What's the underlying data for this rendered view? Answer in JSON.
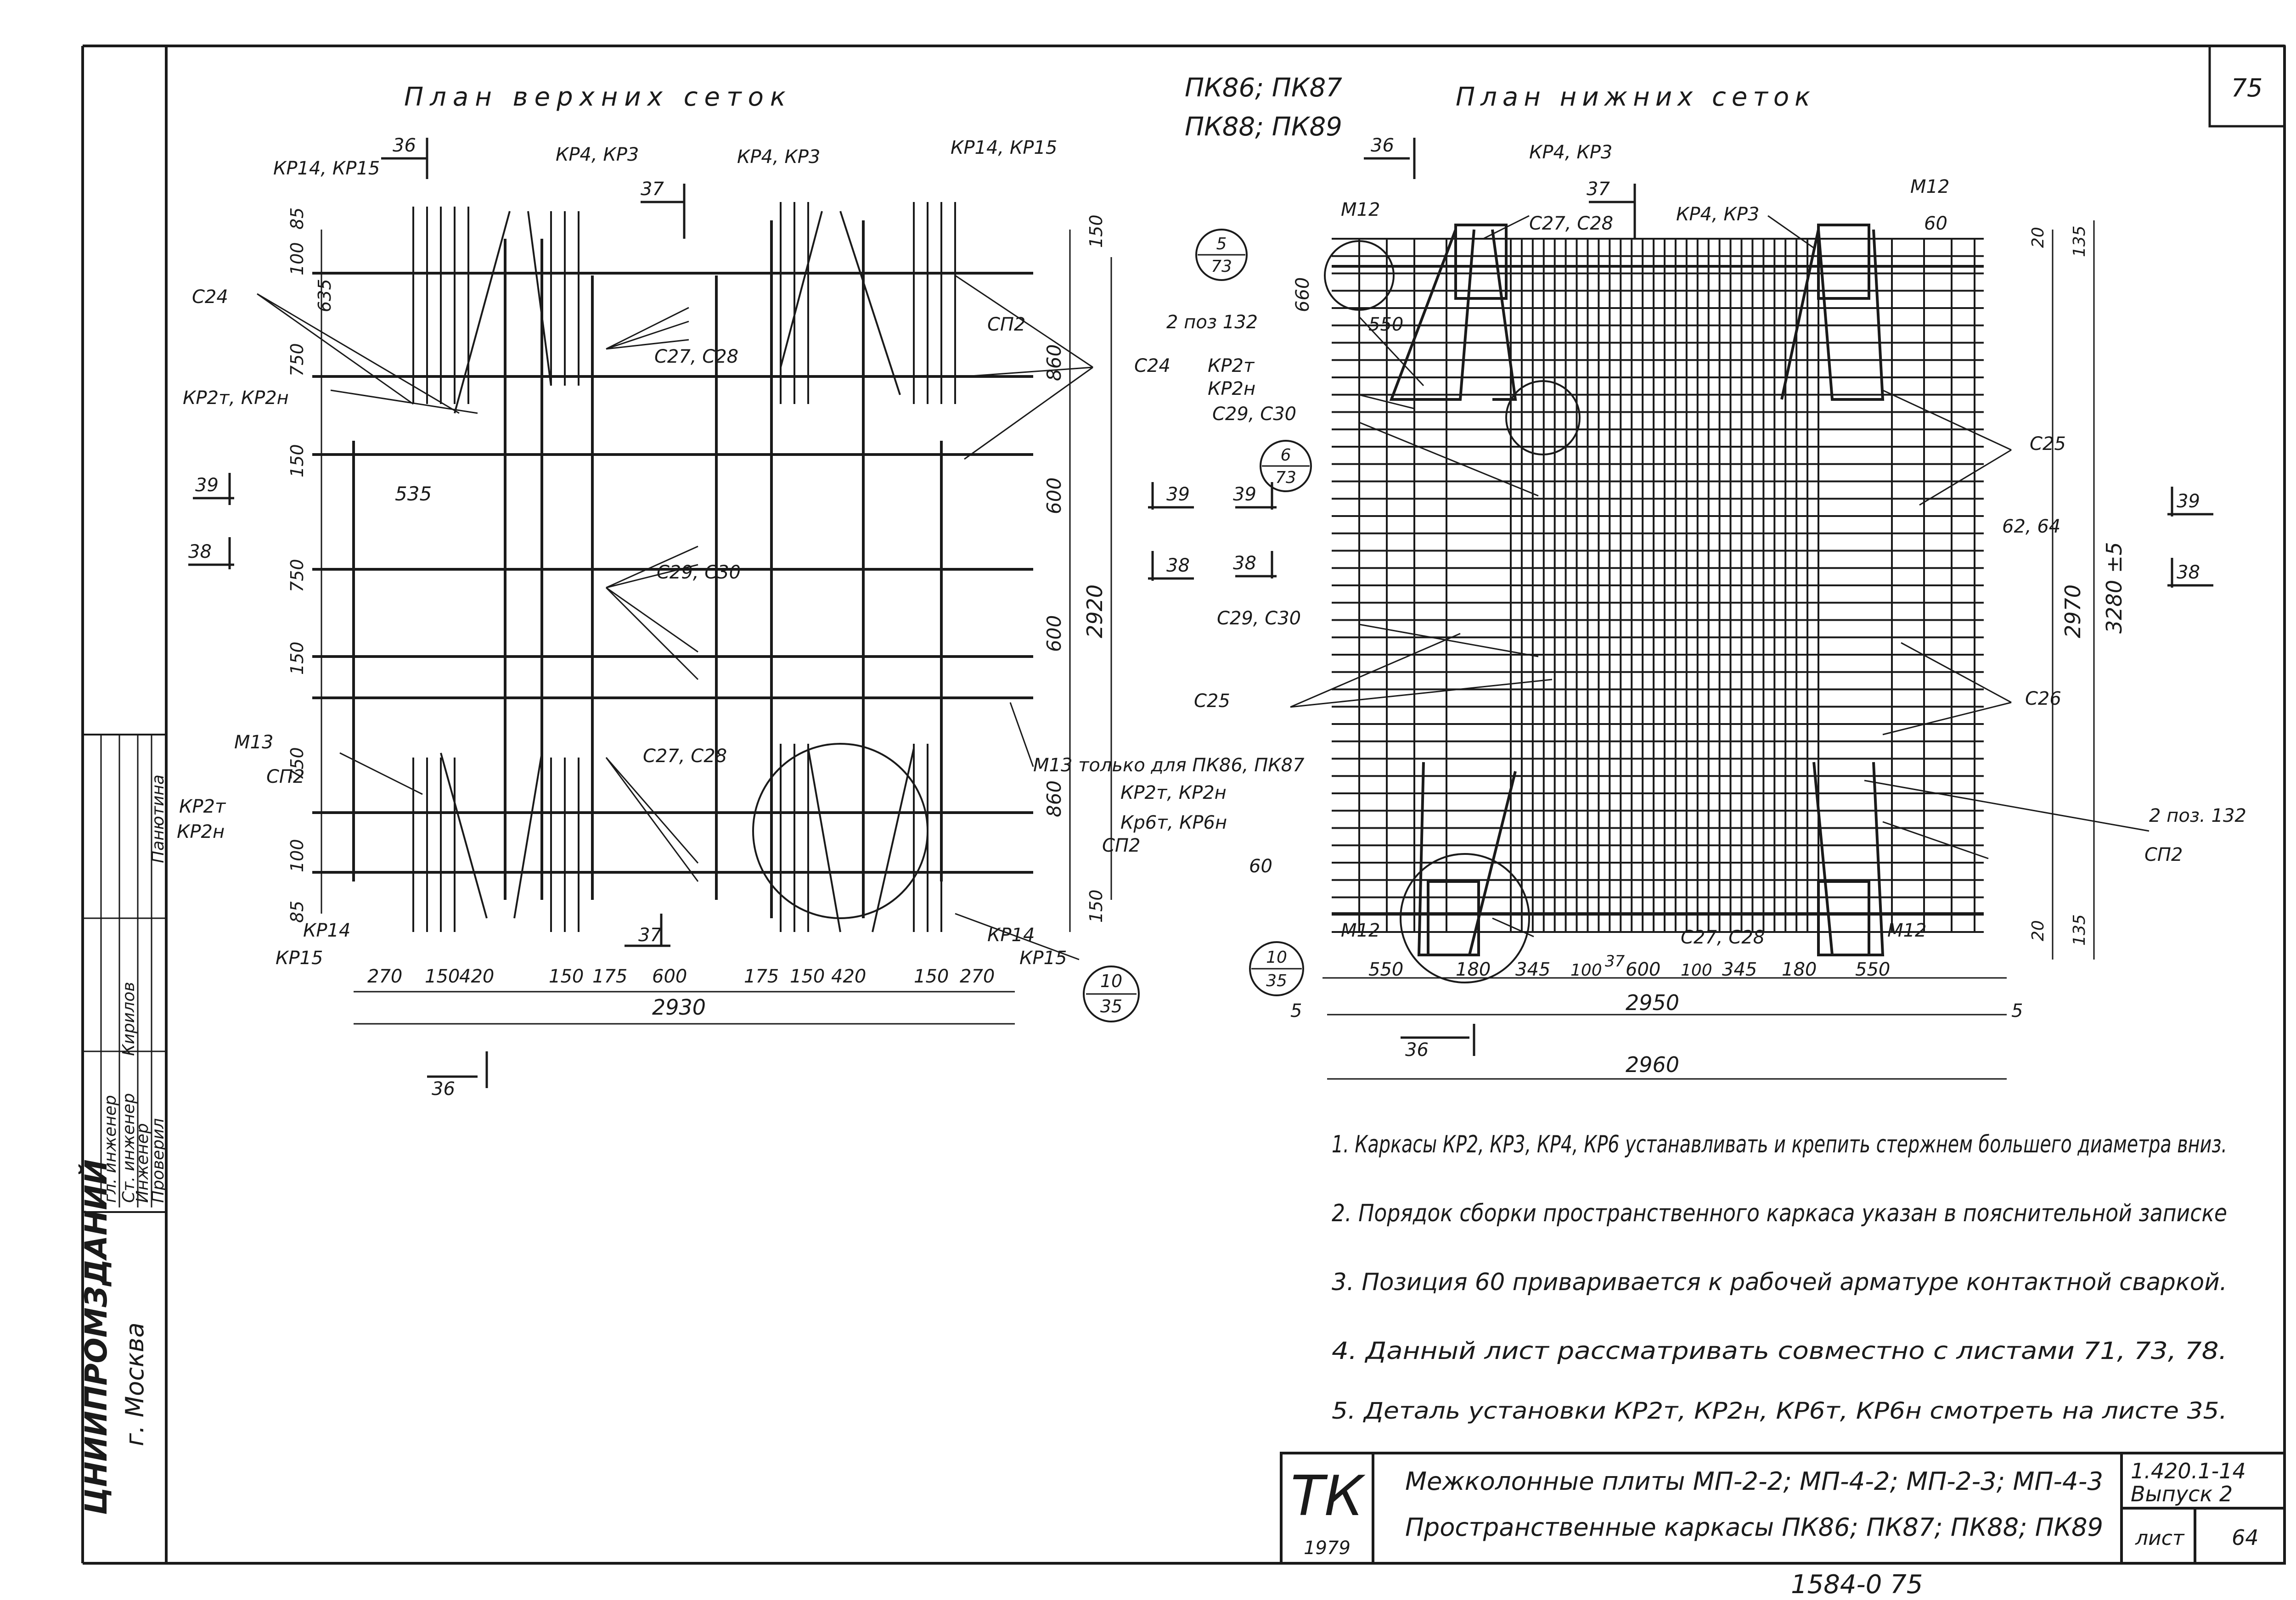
{
  "sheet_number": "75",
  "bottom_scribble": "1584-0  75",
  "top_plan": {
    "title": "План верхних сеток",
    "labels": [
      "КР14, КР15",
      "КР4, КР3",
      "КР4, КР3",
      "КР14, КР15",
      "С24",
      "КР2т, КР2н",
      "С27, С28",
      "С29, С30",
      "С27, С28",
      "СП2",
      "С24",
      "М13",
      "СП2",
      "КР2т",
      "КР2н",
      "КР14",
      "КР15",
      "КР14",
      "КР15",
      "М13 только для ПК86, ПК87",
      "КР2т, КР2н",
      "Кр6т, КР6н",
      "СП2"
    ],
    "left_dims": [
      "100",
      "85",
      "635",
      "750",
      "150",
      "535",
      "750",
      "150",
      "750",
      "100",
      "85"
    ],
    "right_dims": [
      "150",
      "860",
      "600",
      "600",
      "860",
      "150",
      "2920"
    ],
    "bottom_dims": [
      "270",
      "150",
      "420",
      "150",
      "175",
      "600",
      "175",
      "150",
      "420",
      "150",
      "270"
    ],
    "total_dim": "2930",
    "cut_marks": [
      "36",
      "37",
      "39",
      "38",
      "39",
      "38",
      "37",
      "36"
    ],
    "callout_num": "10",
    "callout_den": "35"
  },
  "header_mid": {
    "line1": "ПК86; ПК87",
    "line2": "ПК88; ПК89"
  },
  "bottom_plan": {
    "title": "План нижних сеток",
    "labels": [
      "КР4, КР3",
      "КР4, КР3",
      "М12",
      "М12",
      "С27, С28",
      "60",
      "2 поз 132",
      "КР2т",
      "КР2н",
      "С29, С30",
      "С29, С30",
      "С25",
      "С25",
      "62, 64",
      "С26",
      "2 поз. 132",
      "СП2",
      "60",
      "М12",
      "М12",
      "С27, С28"
    ],
    "callouts": [
      {
        "num": "5",
        "den": "73"
      },
      {
        "num": "6",
        "den": "73"
      },
      {
        "num": "10",
        "den": "35"
      }
    ],
    "left_dims": [
      "660",
      "550"
    ],
    "right_dims": [
      "20",
      "135",
      "2970",
      "3280 ±5",
      "20",
      "135"
    ],
    "bottom_dims": [
      "550",
      "180",
      "345",
      "100",
      "600",
      "100",
      "345",
      "180",
      "550"
    ],
    "total_dims": [
      "5",
      "2950",
      "5",
      "2960"
    ],
    "cut_marks": [
      "36",
      "37",
      "39",
      "38",
      "39",
      "38",
      "37",
      "36"
    ]
  },
  "notes": [
    "1. Каркасы КР2, КР3, КР4, КР6 устанавливать и крепить стержнем большего диаметра вниз.",
    "2. Порядок сборки пространственного каркаса указан в пояснительной записке",
    "3. Позиция 60 приваривается к рабочей арматуре контактной сваркой.",
    "4. Данный лист рассматривать совместно с листами 71, 73, 78.",
    "5. Деталь установки КР2т, КР2н, КР6т, КР6н смотреть на листе 35."
  ],
  "title_block": {
    "logo": "ТК",
    "year": "1979",
    "title_line1": "Межколонные плиты МП-2-2; МП-4-2; МП-2-3; МП-4-3",
    "title_line2": "Пространственные каркасы ПК86; ПК87; ПК88; ПК89",
    "code": "1.420.1-14",
    "issue": "Выпуск 2",
    "sheet_label": "лист",
    "sheet_no": "64"
  },
  "side_stamp": {
    "org": "ЦНИИПРОМЗДАНИЙ",
    "city": "г. Москва",
    "rows": [
      {
        "role": "гл. инженер",
        "name": "Кирилов"
      },
      {
        "role": "Ст. инженер",
        "name": "Панютина"
      },
      {
        "role": "Инженер",
        "name": ""
      },
      {
        "role": "Проверил",
        "name": ""
      }
    ]
  }
}
